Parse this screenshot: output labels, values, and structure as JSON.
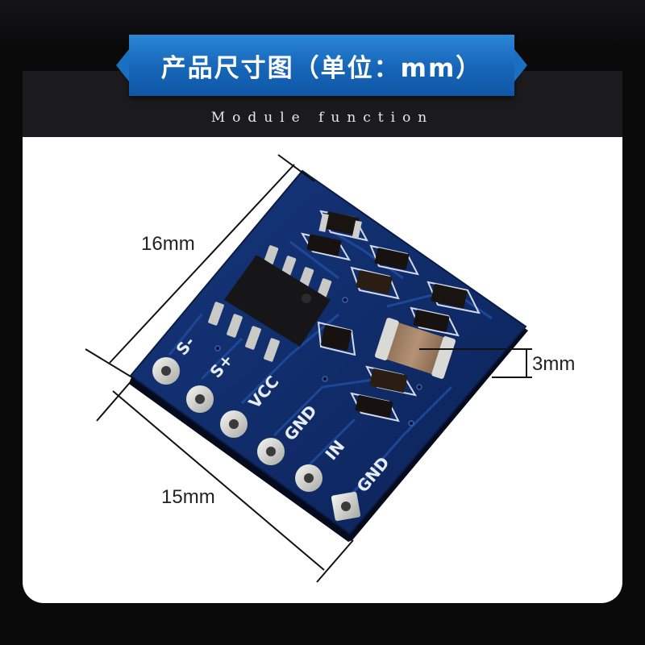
{
  "banner": {
    "title": "产品尺寸图（单位：mm）",
    "subtitle": "Module function"
  },
  "dimensions": {
    "length": "16mm",
    "width": "15mm",
    "height": "3mm"
  },
  "board": {
    "pin_labels": [
      "S-",
      "S+",
      "VCC",
      "GND",
      "IN",
      "GND"
    ]
  },
  "colors": {
    "title_banner": "#1665b8",
    "pcb": "#0e2a66",
    "background": "#0a0a0b",
    "card": "#ffffff"
  }
}
